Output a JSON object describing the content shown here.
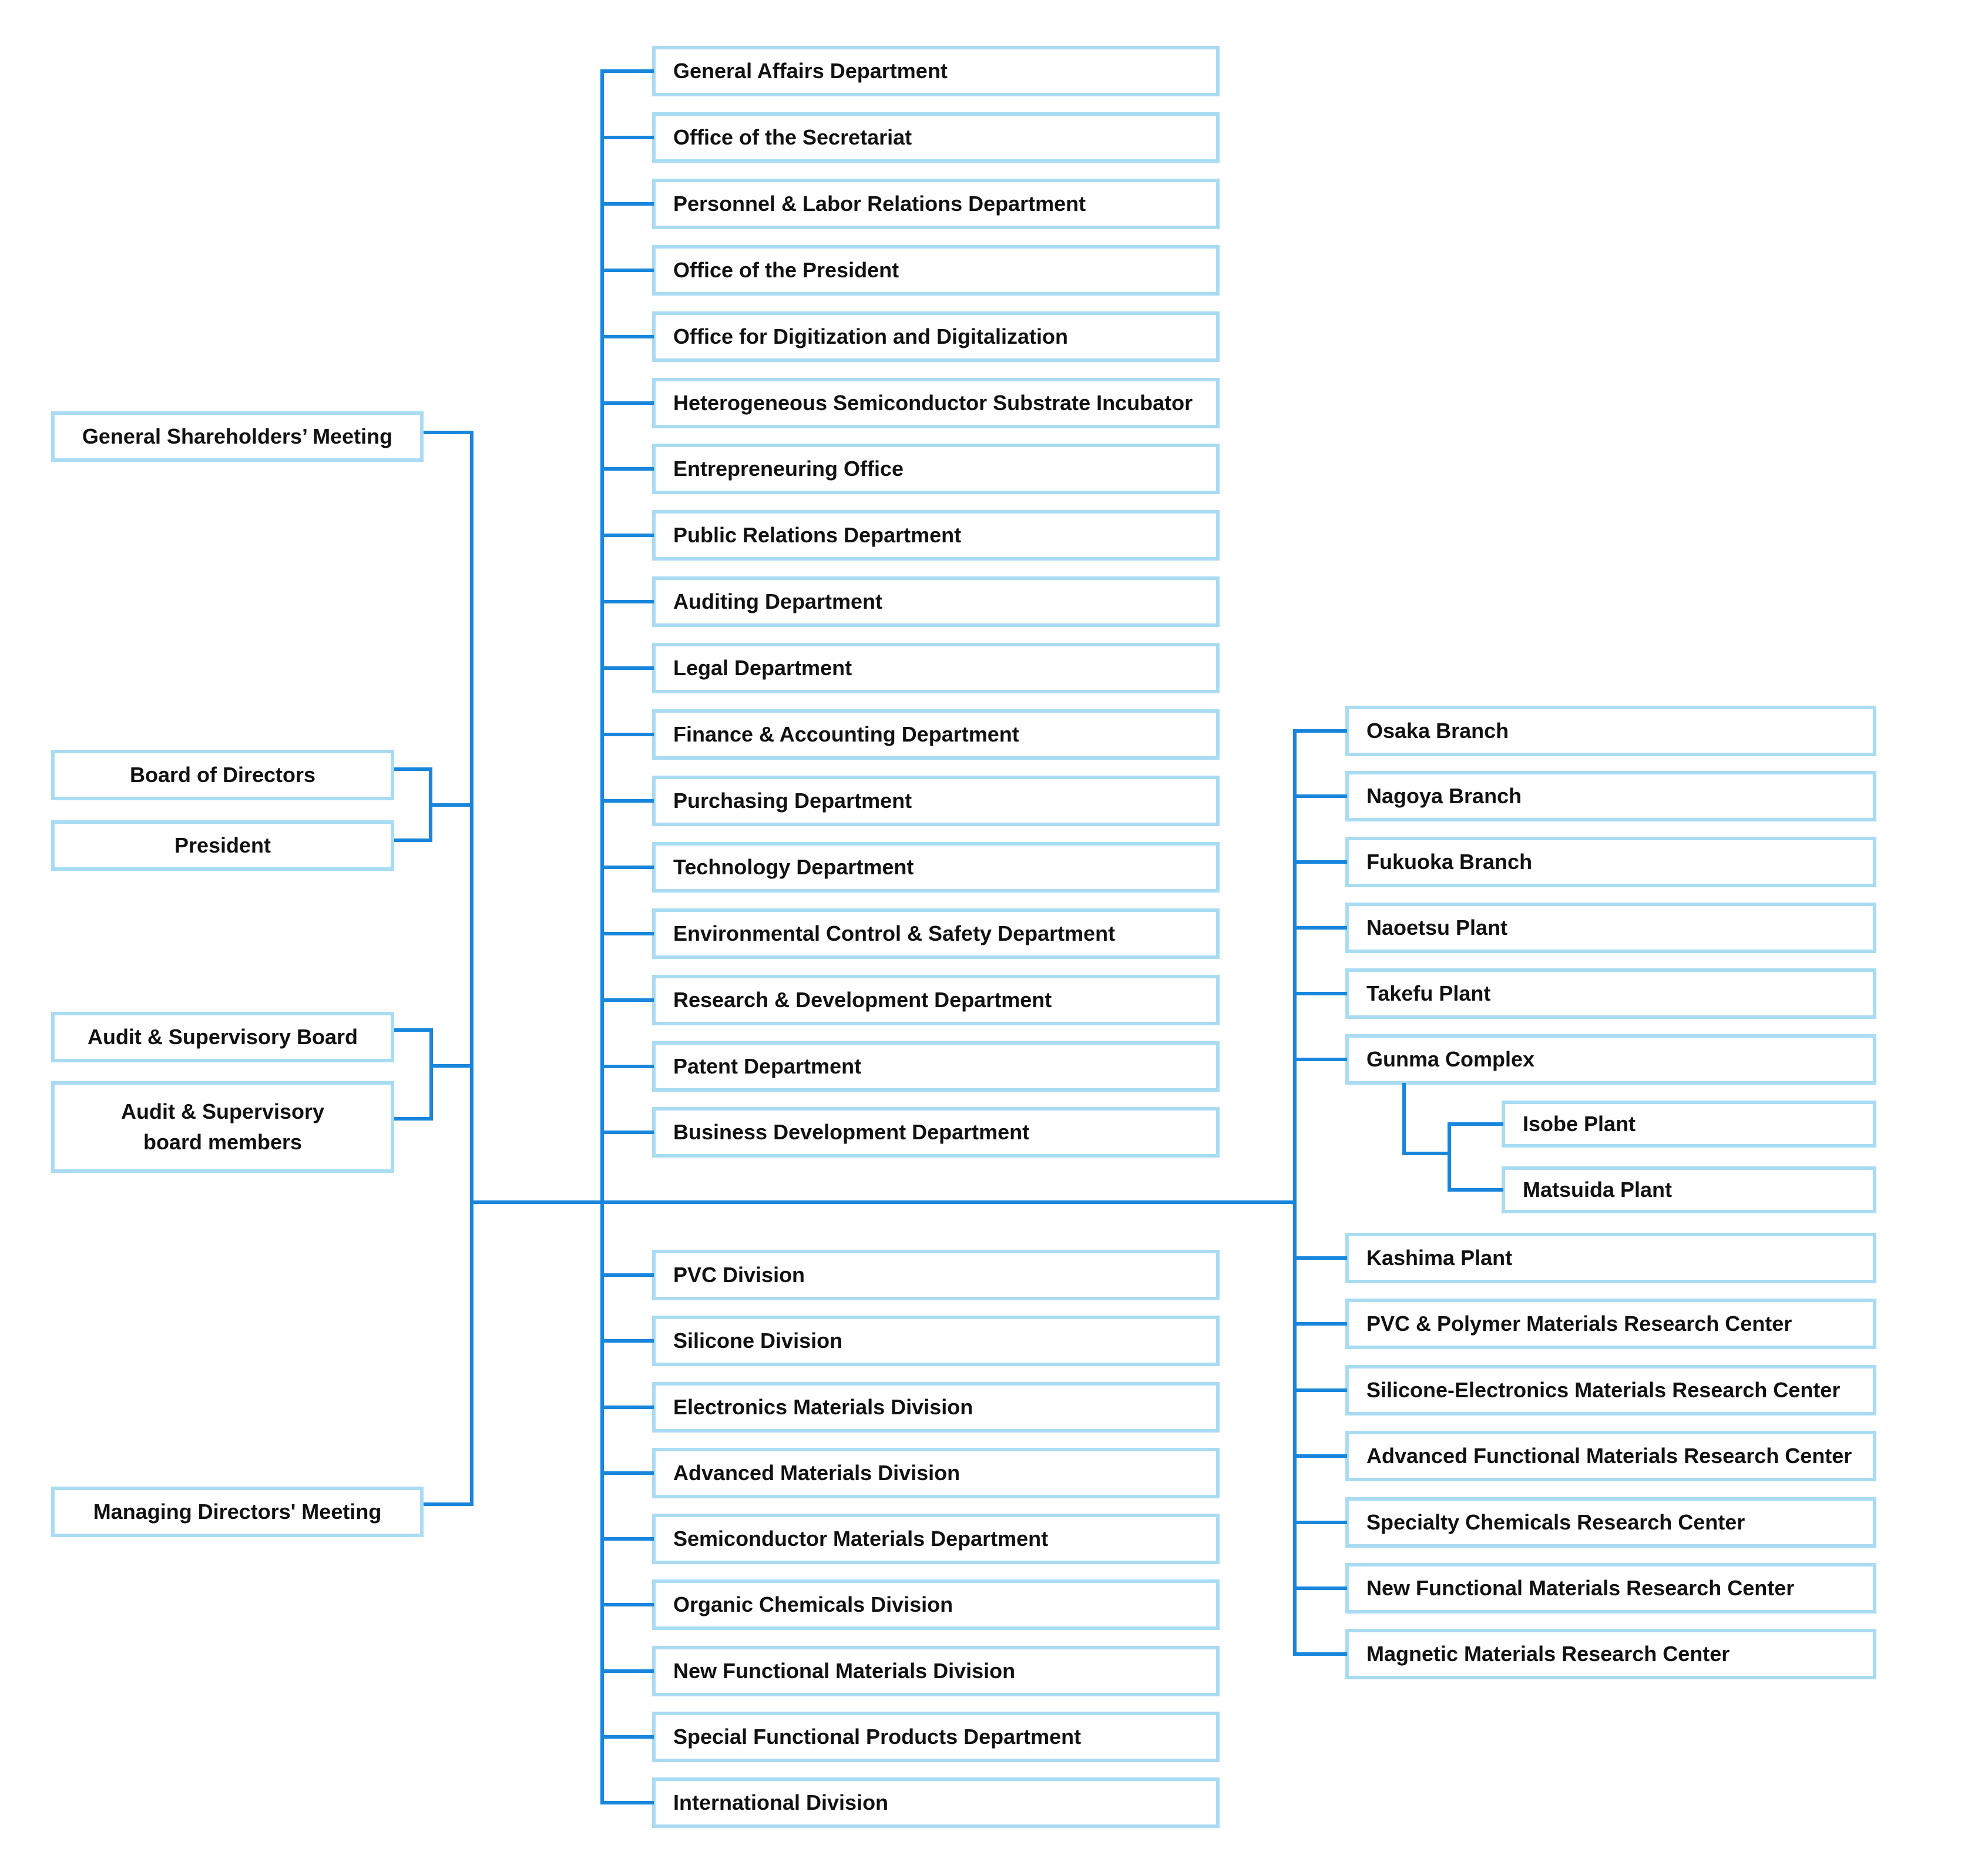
{
  "colors": {
    "connector": "#1786dc",
    "box_border": "#a9dcf3",
    "text": "#111111",
    "background": "#ffffff"
  },
  "governance": {
    "shareholders": "General Shareholders’ Meeting",
    "board": "Board of Directors",
    "president": "President",
    "audit_board": "Audit & Supervisory Board",
    "audit_members": "Audit & Supervisory board members",
    "managing": "Managing Directors' Meeting"
  },
  "corporate_departments": [
    "General Affairs Department",
    "Office of the Secretariat",
    "Personnel & Labor Relations Department",
    "Office of the President",
    "Office for Digitization and Digitalization",
    "Heterogeneous Semiconductor Substrate Incubator",
    "Entrepreneuring Office",
    "Public Relations Department",
    "Auditing Department",
    "Legal Department",
    "Finance & Accounting Department",
    "Purchasing Department",
    "Technology Department",
    "Environmental Control & Safety Department",
    "Research & Development Department",
    "Patent Department",
    "Business Development Department"
  ],
  "business_divisions": [
    "PVC Division",
    "Silicone Division",
    "Electronics Materials Division",
    "Advanced Materials Division",
    "Semiconductor Materials Department",
    "Organic Chemicals Division",
    "New Functional Materials Division",
    "Special Functional Products Department",
    "International Division"
  ],
  "sites": [
    "Osaka Branch",
    "Nagoya Branch",
    "Fukuoka Branch",
    "Naoetsu Plant",
    "Takefu Plant",
    "Gunma Complex",
    "Kashima Plant",
    "PVC & Polymer Materials Research Center",
    "Silicone-Electronics Materials Research  Center",
    "Advanced Functional Materials Research Center",
    "Specialty Chemicals Research Center",
    "New Functional Materials Research Center",
    "Magnetic Materials Research Center"
  ],
  "gunma_plants": [
    "Isobe Plant",
    "Matsuida Plant"
  ]
}
